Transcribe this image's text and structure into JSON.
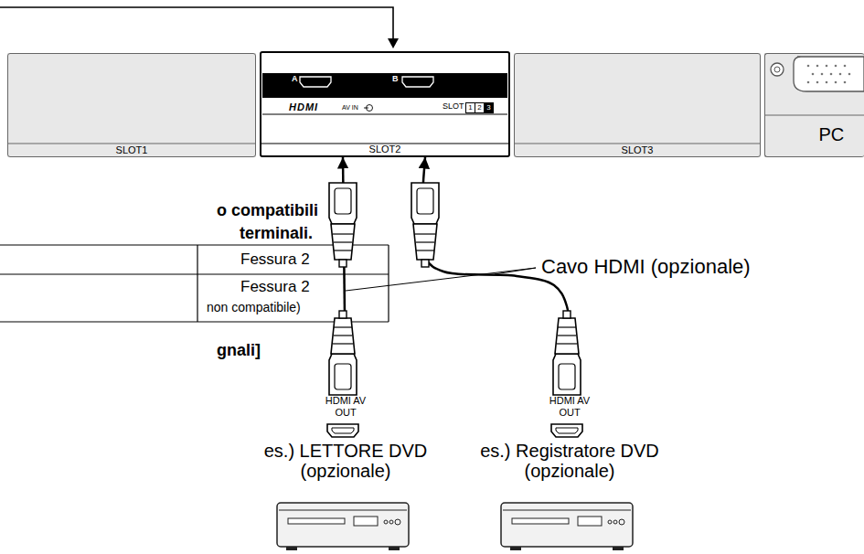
{
  "diagram": {
    "nodes": [
      {
        "text": [
          "SLOT1"
        ]
      },
      {
        "text": [
          "A",
          "B",
          "HDMI",
          "AV IN",
          "SLOT",
          "1",
          "2",
          "3",
          "SLOT2"
        ]
      },
      {
        "text": [
          "SLOT3"
        ]
      },
      {
        "text": [
          "PC"
        ]
      },
      {
        "text": [
          "HDMI AV OUT",
          "es.) LETTORE DVD (opzionale)"
        ]
      },
      {
        "text": [
          "HDMI AV OUT",
          "es.) Registratore DVD (opzionale)"
        ]
      }
    ],
    "edges": [
      {
        "from": 4,
        "to": 1,
        "arrow": "to"
      },
      {
        "from": 5,
        "to": 1,
        "arrow": "to"
      }
    ],
    "labels": [
      "Cavo HDMI (opzionale)",
      "o compatibili",
      "terminali.",
      "Fessura 2",
      "Fessura 2",
      "non compatibile)",
      "gnali]"
    ]
  }
}
